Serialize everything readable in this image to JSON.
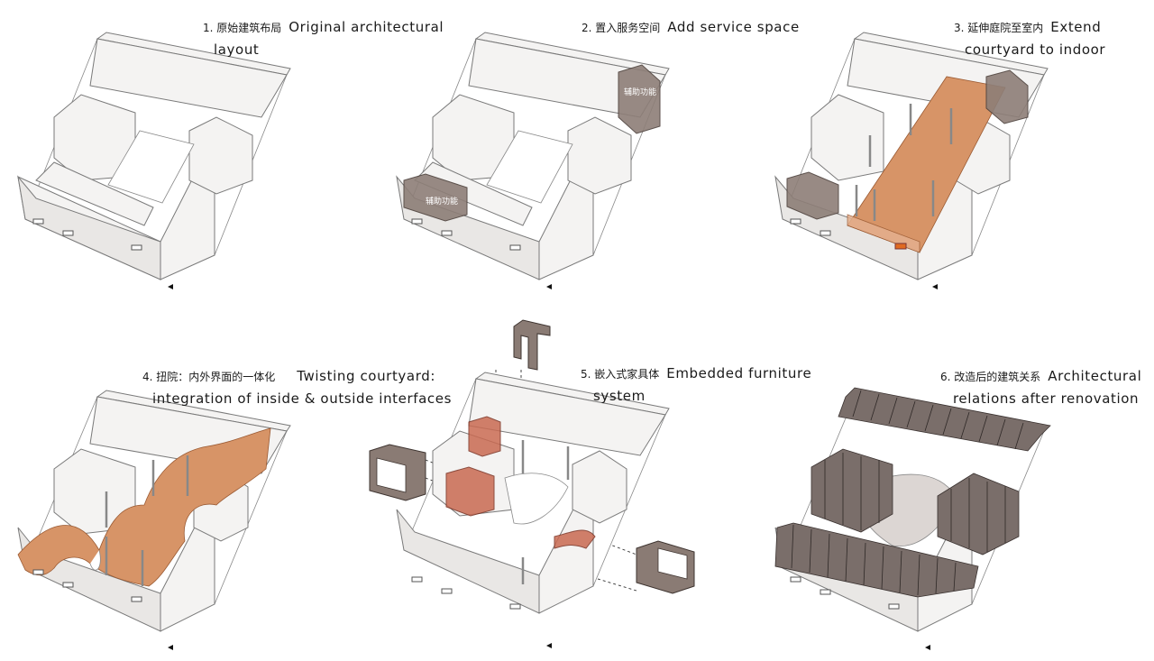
{
  "panels": [
    {
      "zh": "1. 原始建筑布局",
      "en": "Original architectural",
      "en2": "layout"
    },
    {
      "zh": "2. 置入服务空间",
      "en": "Add service space",
      "en2": "",
      "box_label": "辅助功能"
    },
    {
      "zh": "3. 延伸庭院至室内",
      "en": "Extend",
      "en2": "courtyard to indoor"
    },
    {
      "zh": "4. 扭院：内外界面的一体化",
      "en": "Twisting courtyard:",
      "en2": "integration of inside & outside interfaces"
    },
    {
      "zh": "5. 嵌入式家具体",
      "en": "Embedded furniture",
      "en2": "system"
    },
    {
      "zh": "6. 改造后的建筑关系",
      "en": "Architectural",
      "en2": "relations after renovation"
    }
  ],
  "colors": {
    "wall": "#f4f3f2",
    "outline": "#7a7a7a",
    "terracotta": "#d79467",
    "service_box": "#8d7e77",
    "furniture_red": "#c96a52",
    "roof_tile": "#7a6e6a"
  },
  "icons": [
    "entrance-arrow-icon"
  ]
}
